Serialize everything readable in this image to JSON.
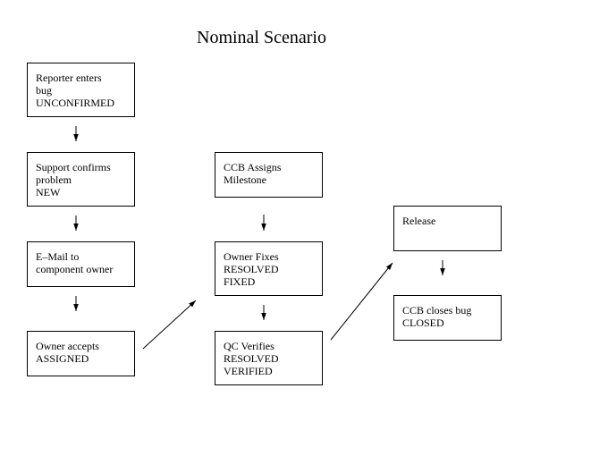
{
  "title": "Nominal Scenario",
  "nodes": {
    "reporter": {
      "lines": [
        "Reporter enters",
        "bug",
        "UNCONFIRMED"
      ]
    },
    "support": {
      "lines": [
        "Support confirms",
        "problem",
        "NEW"
      ]
    },
    "email": {
      "lines": [
        "E–Mail to",
        "component owner"
      ]
    },
    "accepts": {
      "lines": [
        "Owner accepts",
        "ASSIGNED"
      ]
    },
    "ccb_assigns": {
      "lines": [
        "CCB Assigns",
        "Milestone"
      ]
    },
    "fixes": {
      "lines": [
        "Owner Fixes",
        "RESOLVED",
        "FIXED"
      ]
    },
    "qc": {
      "lines": [
        "QC Verifies",
        "RESOLVED",
        "VERIFIED"
      ]
    },
    "release": {
      "lines": [
        "Release"
      ]
    },
    "ccb_closes": {
      "lines": [
        "CCB closes bug",
        "CLOSED"
      ]
    }
  }
}
